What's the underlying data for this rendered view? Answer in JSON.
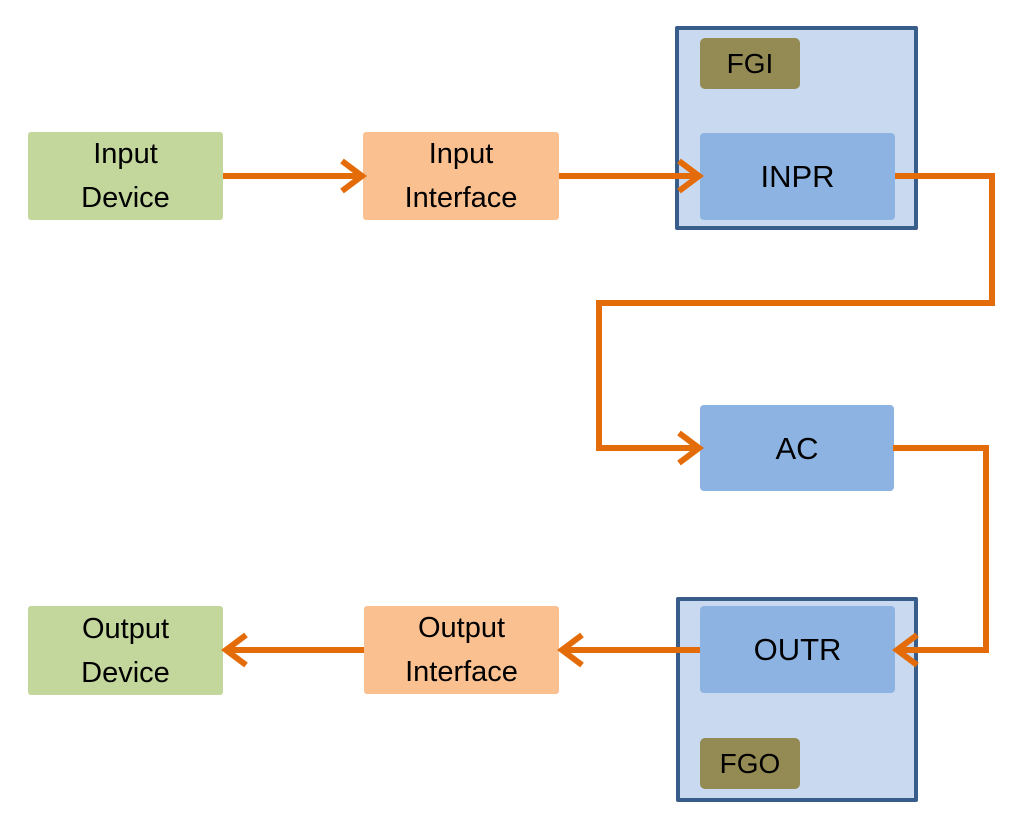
{
  "diagram": {
    "description": "Input-output data flow block diagram with interface registers and flag registers",
    "colors": {
      "background": "#ffffff",
      "device_fill": "#c3d69b",
      "interface_fill": "#fac090",
      "register_fill": "#8db3e2",
      "container_fill": "#c9d9f0",
      "container_border": "#385d8a",
      "flag_fill": "#948a54",
      "arrow": "#e36c09",
      "text": "#000000"
    },
    "nodes": {
      "input_device": {
        "label": "Input\nDevice"
      },
      "input_interface": {
        "label": "Input\nInterface"
      },
      "fgi": {
        "label": "FGI"
      },
      "inpr": {
        "label": "INPR"
      },
      "ac": {
        "label": "AC"
      },
      "outr": {
        "label": "OUTR"
      },
      "fgo": {
        "label": "FGO"
      },
      "output_interface": {
        "label": "Output\nInterface"
      },
      "output_device": {
        "label": "Output\nDevice"
      }
    },
    "connections": [
      {
        "from": "input_device",
        "to": "input_interface",
        "direction": "right"
      },
      {
        "from": "input_interface",
        "to": "inpr",
        "direction": "right"
      },
      {
        "from": "inpr",
        "to": "ac",
        "direction": "right-down-left-down-right"
      },
      {
        "from": "ac",
        "to": "outr",
        "direction": "right-down-left"
      },
      {
        "from": "outr",
        "to": "output_interface",
        "direction": "left"
      },
      {
        "from": "output_interface",
        "to": "output_device",
        "direction": "left"
      }
    ]
  }
}
